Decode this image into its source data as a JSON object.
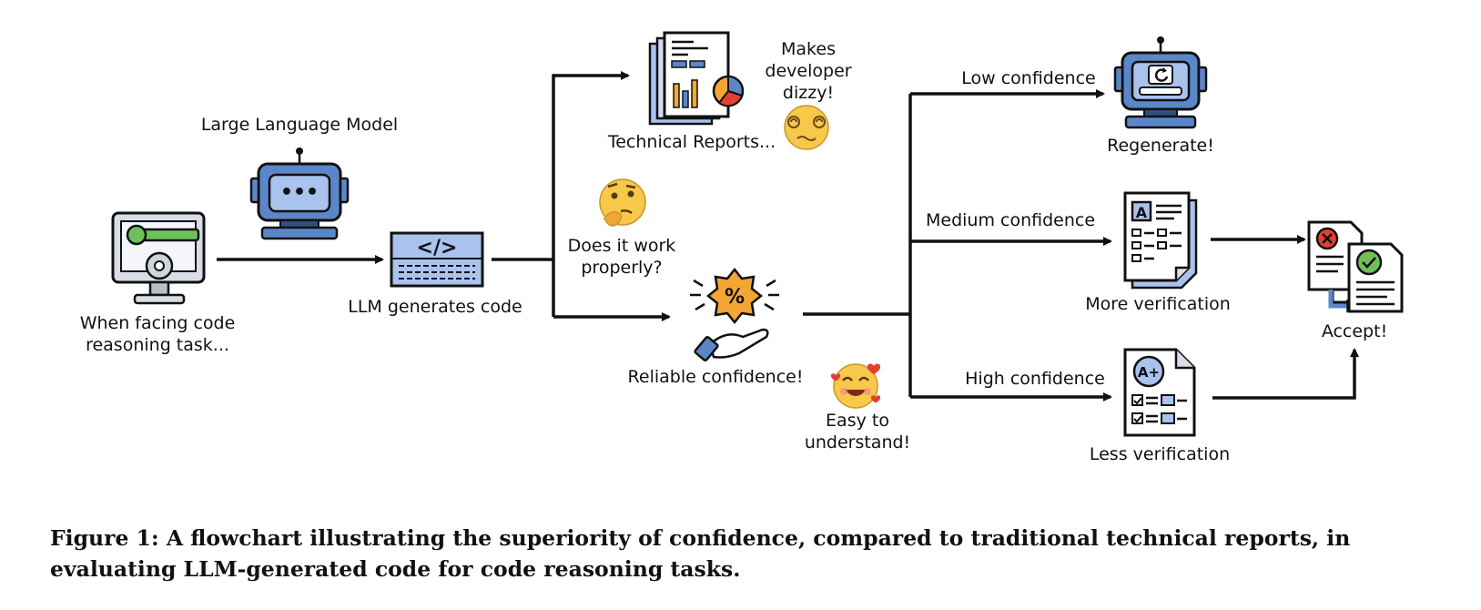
{
  "labels": {
    "llm": "Large Language Model",
    "task_line1": "When facing code",
    "task_line2": "reasoning task...",
    "generates": "LLM generates code",
    "reports": "Technical Reports...",
    "dizzy_line1": "Makes",
    "dizzy_line2": "developer",
    "dizzy_line3": "dizzy!",
    "question_line1": "Does it work",
    "question_line2": "properly?",
    "reliable": "Reliable confidence!",
    "easy_line1": "Easy to",
    "easy_line2": "understand!",
    "low": "Low confidence",
    "medium": "Medium confidence",
    "high": "High confidence",
    "regenerate": "Regenerate!",
    "more_verification": "More verification",
    "less_verification": "Less verification",
    "accept": "Accept!"
  },
  "icons": {
    "code_screen": "</>",
    "robot_eyes": "•••",
    "grade_doc_a": "A",
    "grade_doc_aplus": "A+",
    "percent": "%"
  },
  "caption": "Figure 1: A flowchart illustrating the superiority of confidence, compared to traditional technical reports, in evaluating LLM-generated code for code reasoning tasks.",
  "colors": {
    "blue": "#5b87c9",
    "light_blue": "#a9c3ee",
    "green": "#6fbf5a",
    "orange": "#f3a634",
    "red": "#e3412f",
    "emoji_yellow": "#f7c84a"
  }
}
